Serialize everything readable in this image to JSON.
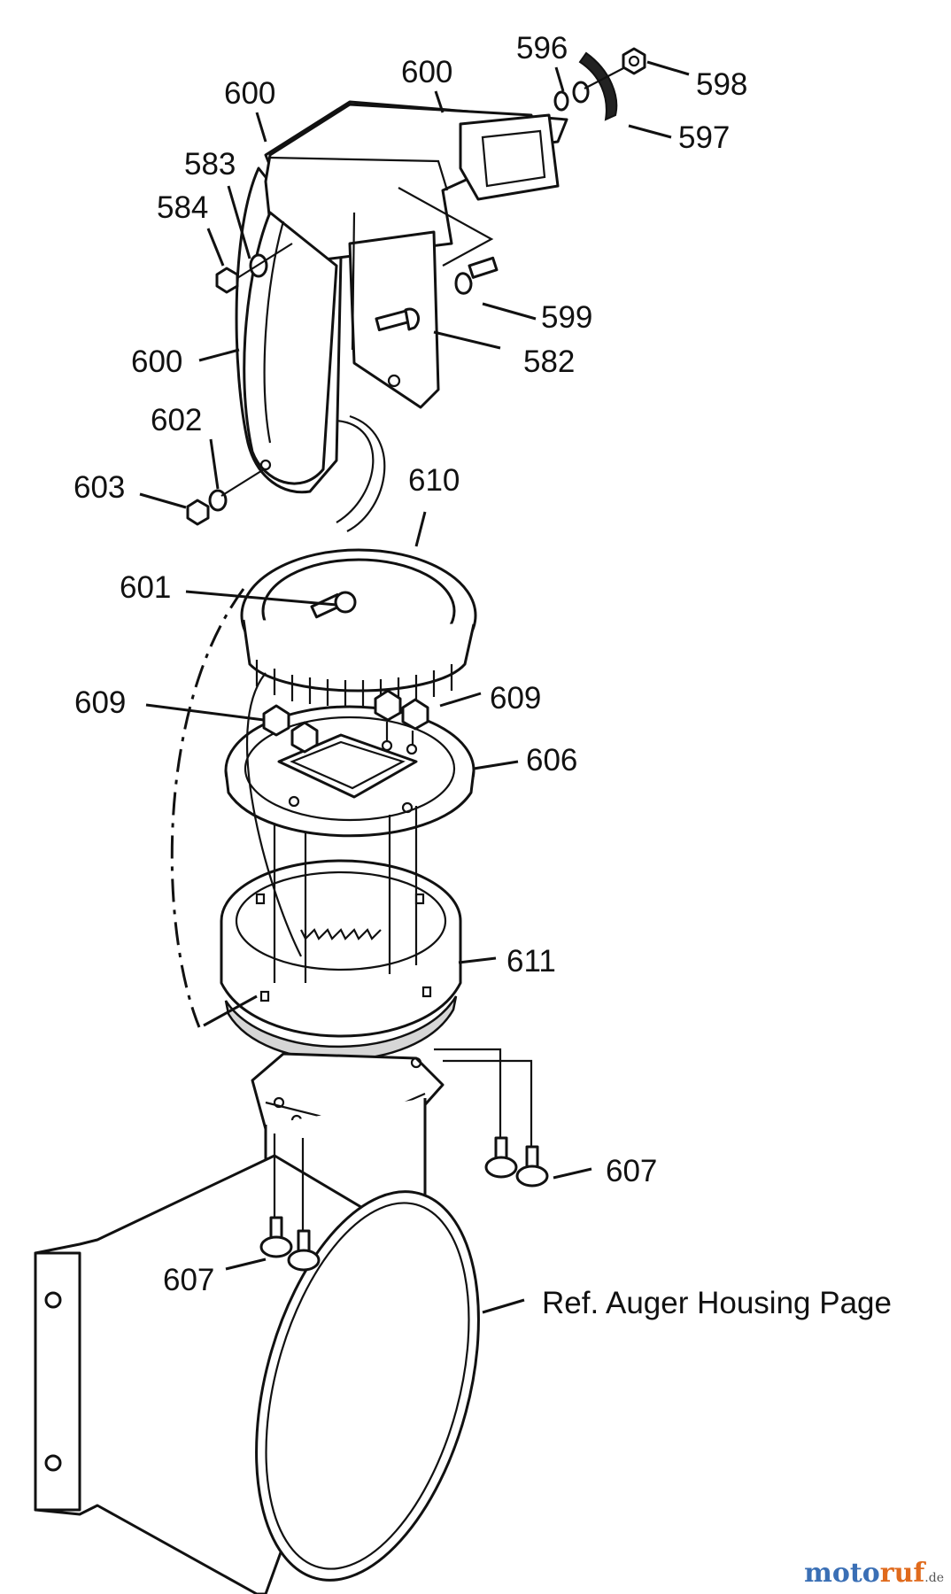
{
  "callouts": {
    "c600_top": "600",
    "c600_left": "600",
    "c600_mid": "600",
    "c596": "596",
    "c598": "598",
    "c597": "597",
    "c583": "583",
    "c584": "584",
    "c599": "599",
    "c582": "582",
    "c602": "602",
    "c603": "603",
    "c610": "610",
    "c601": "601",
    "c609_left": "609",
    "c609_right": "609",
    "c606": "606",
    "c611": "611",
    "c607_right": "607",
    "c607_left": "607"
  },
  "reference_note": "Ref. Auger Housing Page",
  "watermark": {
    "part1": "moto",
    "part2": "ruf",
    "part3": "",
    "suffix": ".de"
  },
  "colors": {
    "line": "#111111",
    "watermark_blue": "#3a6fb5",
    "watermark_orange": "#e06a1c"
  }
}
